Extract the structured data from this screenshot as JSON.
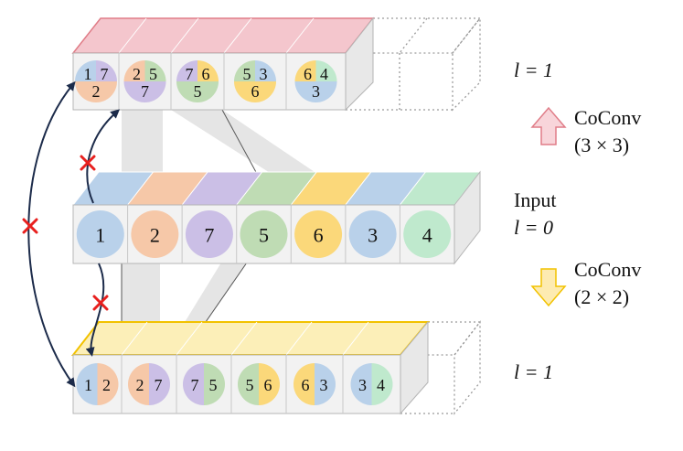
{
  "colors": {
    "blue": "#b9d1ea",
    "orange": "#f6c8a8",
    "purple": "#cbbfe6",
    "green": "#bfdcb4",
    "yellow": "#fbd87a",
    "mint": "#bfe9cd",
    "pink_top": "#f4c6cd",
    "pink_edge": "#e07d88",
    "yellow_top": "#fcefb8",
    "yellow_edge": "#f2c200",
    "arrow": "#1c2b4a",
    "cross": "#e8201e"
  },
  "input_layer": {
    "nodes": [
      "1",
      "2",
      "7",
      "5",
      "6",
      "3",
      "4"
    ],
    "node_colors": [
      "blue",
      "orange",
      "purple",
      "green",
      "yellow",
      "blue",
      "mint"
    ]
  },
  "top_layer": {
    "cells": [
      {
        "parts": [
          "1",
          "7",
          "2"
        ],
        "colors": [
          "blue",
          "purple",
          "orange"
        ]
      },
      {
        "parts": [
          "2",
          "5",
          "7"
        ],
        "colors": [
          "orange",
          "green",
          "purple"
        ]
      },
      {
        "parts": [
          "7",
          "6",
          "5"
        ],
        "colors": [
          "purple",
          "yellow",
          "green"
        ]
      },
      {
        "parts": [
          "5",
          "3",
          "6"
        ],
        "colors": [
          "green",
          "blue",
          "yellow"
        ]
      },
      {
        "parts": [
          "6",
          "4",
          "3"
        ],
        "colors": [
          "yellow",
          "mint",
          "blue"
        ]
      }
    ]
  },
  "bottom_layer": {
    "cells": [
      {
        "parts": [
          "1",
          "2"
        ],
        "colors": [
          "blue",
          "orange"
        ]
      },
      {
        "parts": [
          "2",
          "7"
        ],
        "colors": [
          "orange",
          "purple"
        ]
      },
      {
        "parts": [
          "7",
          "5"
        ],
        "colors": [
          "purple",
          "green"
        ]
      },
      {
        "parts": [
          "5",
          "6"
        ],
        "colors": [
          "green",
          "yellow"
        ]
      },
      {
        "parts": [
          "6",
          "3"
        ],
        "colors": [
          "yellow",
          "blue"
        ]
      },
      {
        "parts": [
          "3",
          "4"
        ],
        "colors": [
          "blue",
          "mint"
        ]
      }
    ]
  },
  "labels": {
    "top_l": "l = 1",
    "top_op": "CoConv",
    "top_kernel": "(3 × 3)",
    "input": "Input",
    "input_l": "l = 0",
    "bottom_op": "CoConv",
    "bottom_kernel": "(2 × 2)",
    "bottom_l": "l = 1"
  }
}
